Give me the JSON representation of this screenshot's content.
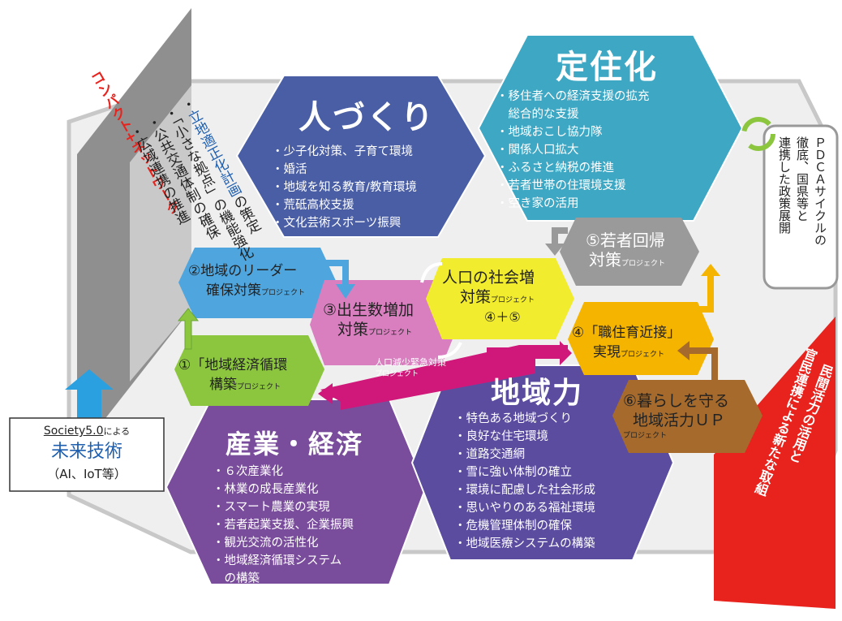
{
  "sidebar_left": {
    "compact_title": "コンパクト+ネットワーク",
    "items": [
      {
        "highlight": "立地適正化計画",
        "rest": "の策定",
        "prefix": "・"
      },
      {
        "highlight": "",
        "rest": "「小さな拠点」の機能強化",
        "prefix": "・"
      },
      {
        "highlight": "",
        "rest": "公共交通体制の確保",
        "prefix": "・"
      },
      {
        "highlight": "",
        "rest": "広域連携の推進",
        "prefix": "・"
      }
    ]
  },
  "society_box": {
    "line1_main": "Society5.0",
    "line1_suffix": "による",
    "line2": "未来技術",
    "line3": "（AI、IoT等）"
  },
  "hexagons": {
    "hitozukuri": {
      "title": "人づくり",
      "items": [
        "・少子化対策、子育て環境",
        "・婚活",
        "・地域を知る教育/教育環境",
        "・荒砥高校支援",
        "・文化芸術スポーツ振興"
      ]
    },
    "teijuka": {
      "title": "定住化",
      "items": [
        "・移住者への経済支援の拡充",
        "　総合的な支援",
        "・地域おこし協力隊",
        "・関係人口拡大",
        "・ふるさと納税の推進",
        "・若者世帯の住環境支援",
        "・空き家の活用"
      ]
    },
    "sangyo": {
      "title": "産業・経済",
      "items": [
        "・６次産業化",
        "・林業の成長産業化",
        "・スマート農業の実現",
        "・若者起業支援、企業振興",
        "・観光交流の活性化",
        "・地域経済循環システム",
        "　の構築"
      ]
    },
    "chiikiryoku": {
      "title": "地域力",
      "items": [
        "・特色ある地域づくり",
        "・良好な住宅環境",
        "・道路交通網",
        "・雪に強い体制の確立",
        "・環境に配慮した社会形成",
        "・思いやりのある福祉環境",
        "・危機管理体制の確保",
        "・地域医療システムの構築"
      ]
    }
  },
  "projects": {
    "leader": {
      "line1": "②地域のリーダー",
      "line2": "確保対策",
      "sub": "プロジェクト"
    },
    "birth": {
      "line1": "③出生数増加",
      "line2": "対策",
      "sub": "プロジェクト"
    },
    "social": {
      "line1": "人口の社会増",
      "line2": "対策",
      "sub": "プロジェクト",
      "line3": "④＋⑤"
    },
    "youth": {
      "line1": "⑤若者回帰",
      "line2": "対策",
      "sub": "プロジェクト"
    },
    "economy": {
      "line1": "①「地域経済循環",
      "line2": "構築",
      "sub": "プロジェクト"
    },
    "shokuju": {
      "line1": "④「職住育近接」",
      "line2": "実現",
      "sub": "プロジェクト"
    },
    "living": {
      "line1": "⑥暮らしを守る",
      "line2": "地域活力ＵＰ",
      "sub": "プロジェクト"
    },
    "emergency": {
      "line1": "人口減少緊急対策",
      "sub": "プロジェクト"
    }
  },
  "pdca_box": {
    "col1": "ＰＤＣＡサイクルの",
    "col2": "徹底、国県等と",
    "col3": "連携した政策展開"
  },
  "sidebar_right": {
    "line1": "民間活力の活用と",
    "line2": "官民連携による新たな取組"
  },
  "colors": {
    "hitozukuri": "#4a5ea6",
    "teijuka": "#3ea7c4",
    "sangyo": "#7a4d9c",
    "chiikiryoku": "#5b4ca0",
    "leader": "#4fa6de",
    "birth": "#d97fc0",
    "social": "#f2ec2e",
    "youth": "#9a9a9a",
    "economy": "#8cc63f",
    "shokuju": "#f4b400",
    "living": "#a56a2c",
    "magenta": "#d0187a",
    "compact_red": "#e8221c",
    "highlight_blue": "#1f5fb0",
    "future_blue": "#1f5fb0"
  }
}
